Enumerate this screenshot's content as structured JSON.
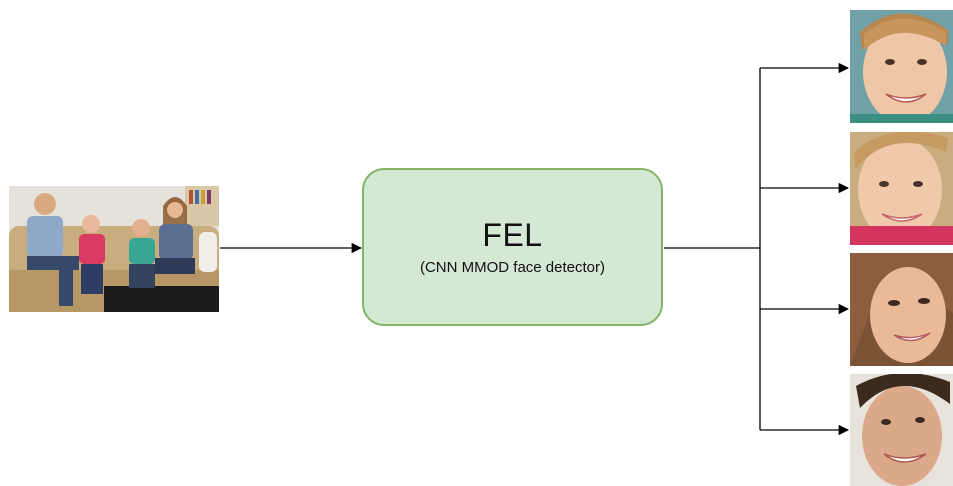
{
  "box": {
    "title": "FEL",
    "subtitle": "(CNN MMOD face detector)"
  },
  "colors": {
    "box_fill": "#d5e8d4",
    "box_border": "#82b366",
    "arrow": "#000000"
  },
  "icons": {
    "input": "family-photo",
    "outputs": [
      "boy-face",
      "girl-face",
      "woman-face",
      "man-face"
    ]
  }
}
